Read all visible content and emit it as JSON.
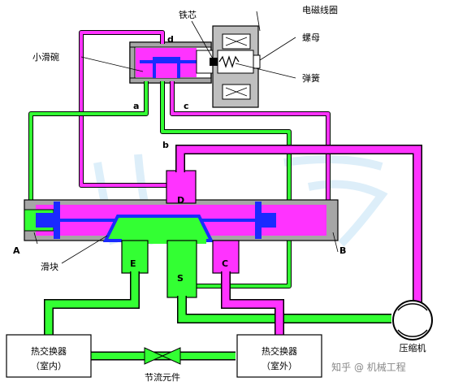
{
  "labels": {
    "electromagnetic_coil": "电磁线圈",
    "iron_core": "铁芯",
    "nut": "螺母",
    "spring": "弹簧",
    "small_slide_bowl": "小滑碗",
    "slider": "滑块",
    "port_A": "A",
    "port_B": "B",
    "port_D": "D",
    "port_E": "E",
    "port_S": "S",
    "port_C": "C",
    "pipe_a": "a",
    "pipe_b": "b",
    "pipe_c": "c",
    "pipe_d": "d",
    "compressor": "压缩机",
    "throttle": "节流元件",
    "hx_indoor_line1": "热交换器",
    "hx_indoor_line2": "（室内）",
    "hx_outdoor_line1": "热交换器",
    "hx_outdoor_line2": "（室外）"
  },
  "watermark": "知乎 @ 机械工程",
  "colors": {
    "magenta": "#ff33ff",
    "green": "#33ff33",
    "blue": "#1a2aff",
    "gray": "#a6a6a6",
    "outline": "#000000"
  }
}
